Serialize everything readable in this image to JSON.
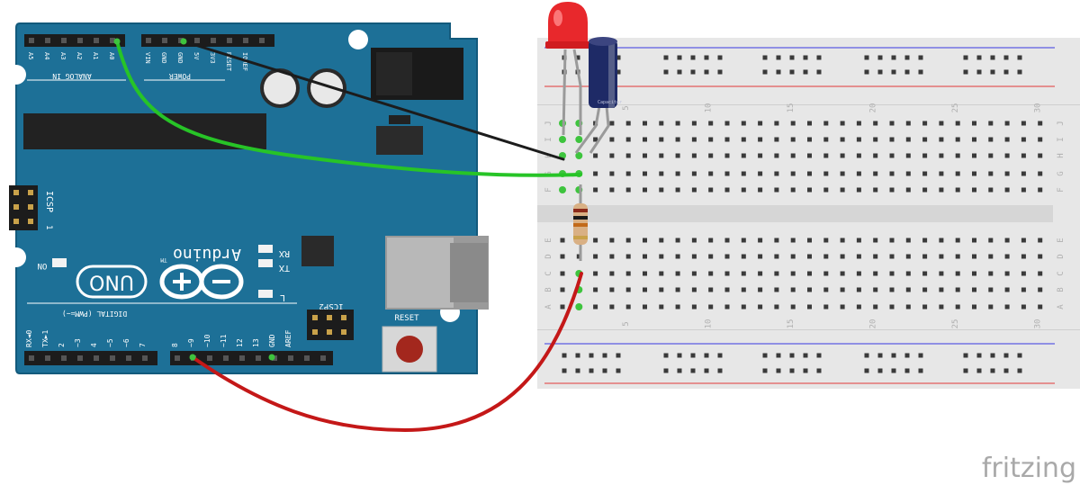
{
  "arduino": {
    "header_analog": [
      "A5",
      "A4",
      "A3",
      "A2",
      "A1",
      "A0"
    ],
    "header_power": [
      "VIN",
      "GND",
      "GND",
      "5V",
      "3V3",
      "RESET",
      "IOREF"
    ],
    "analog_in_label": "ANALOG IN",
    "power_label": "POWER",
    "brand": "Arduino",
    "tm": "TM",
    "model": "UNO",
    "icsp": "ICSP",
    "icsp2": "ICSP2",
    "icsp_pin": "1",
    "on": "ON",
    "tx": "TX",
    "rx": "RX",
    "l": "L",
    "digital_label": "DIGITAL (PWM=~)",
    "reset": "RESET",
    "digital_pins": [
      "RX◄0",
      "TX►1",
      "2",
      "~3",
      "4",
      "~5",
      "~6",
      "7",
      "8",
      "~9",
      "~10",
      "~11",
      "12",
      "13",
      "GND",
      "AREF"
    ]
  },
  "breadboard": {
    "column_numbers": [
      "5",
      "10",
      "15",
      "20",
      "25",
      "30"
    ],
    "rows_top": [
      "J",
      "I",
      "H",
      "G",
      "F"
    ],
    "rows_bottom": [
      "E",
      "D",
      "C",
      "B",
      "A"
    ],
    "capacitor_brand": "Capacitor"
  },
  "components": {
    "led_color": "#e8282c",
    "capacitor_color": "#1e2a66",
    "resistor_body": "#d9b084"
  },
  "wires": {
    "green": "#27c427",
    "black": "#1c1c1c",
    "red": "#c41818"
  },
  "watermark": "fritzing"
}
